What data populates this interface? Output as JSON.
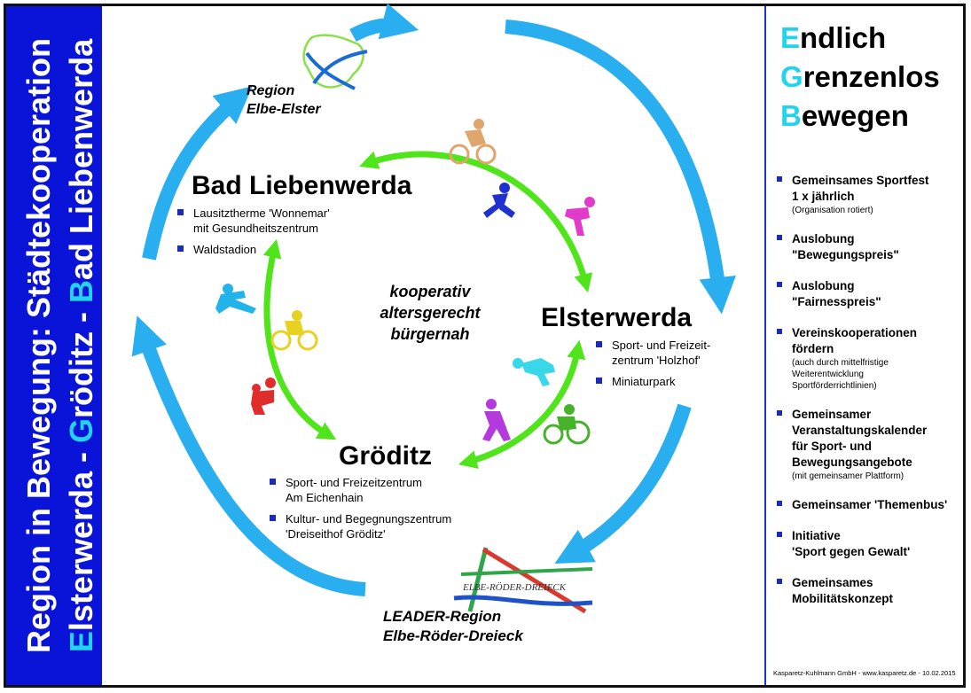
{
  "side_title": {
    "line1": "Region in Bewegung: Städtekooperation",
    "line2": [
      {
        "hl": "E",
        "text": "lsterwerda - "
      },
      {
        "hl": "G",
        "text": "röditz - "
      },
      {
        "hl": "B",
        "text": "ad Liebenwerda"
      }
    ]
  },
  "slogan": [
    {
      "initial": "E",
      "rest": "ndlich"
    },
    {
      "initial": "G",
      "rest": "renzenlos"
    },
    {
      "initial": "B",
      "rest": "ewegen"
    }
  ],
  "measures": [
    {
      "title": "Gemeinsames Sportfest\n1 x jährlich",
      "sub": "(Organisation rotiert)"
    },
    {
      "title": "Auslobung\n\"Bewegungspreis\"",
      "sub": ""
    },
    {
      "title": "Auslobung\n\"Fairnesspreis\"",
      "sub": ""
    },
    {
      "title": "Vereinskooperationen\nfördern",
      "sub": "(auch durch mittelfristige\nWeiterentwicklung\nSportförderrichtlinien)"
    },
    {
      "title": "Gemeinsamer\nVeranstaltungskalender\nfür Sport- und\nBewegungsangebote",
      "sub": "(mit gemeinsamer Plattform)"
    },
    {
      "title": "Gemeinsamer 'Themenbus'",
      "sub": ""
    },
    {
      "title": "Initiative\n'Sport gegen Gewalt'",
      "sub": ""
    },
    {
      "title": "Gemeinsames\nMobilitätskonzept",
      "sub": ""
    }
  ],
  "footer": "Kasparetz-Kuhlmann GmbH - www.kasparetz.de - 10.02.2015",
  "regions": {
    "elbe_elster": "Region\nElbe-Elster",
    "leader": "LEADER-Region\nElbe-Röder-Dreieck",
    "erd_logo_text": "ELBE-RÖDER-DREIECK"
  },
  "center_text": "kooperativ\naltersgerecht\nbürgernah",
  "cities": {
    "bad_liebenwerda": {
      "name": "Bad Liebenwerda",
      "items": [
        "Lausitztherme 'Wonnemar'\nmit Gesundheitszentrum",
        "Waldstadion"
      ]
    },
    "elsterwerda": {
      "name": "Elsterwerda",
      "items": [
        "Sport- und Freizeit-\nzentrum 'Holzhof'",
        "Miniaturpark"
      ]
    },
    "groeditz": {
      "name": "Gröditz",
      "items": [
        "Sport- und Freizeitzentrum\nAm Eichenhain",
        "Kultur- und Begegnungszentrum\n'Dreiseithof Gröditz'"
      ]
    }
  },
  "colors": {
    "band": "#0a13d8",
    "highlight": "#22d3ee",
    "outer_arrows": "#29aef0",
    "inner_arrows": "#4fe51a",
    "bullet": "#1b2ab8"
  },
  "pictograms": [
    "cyclist-icon",
    "sprinter-icon",
    "dancer-icon",
    "runner-icon",
    "cyclist-icon",
    "wrestler-icon",
    "swimmer-icon",
    "dancer-icon",
    "cyclist-icon"
  ]
}
